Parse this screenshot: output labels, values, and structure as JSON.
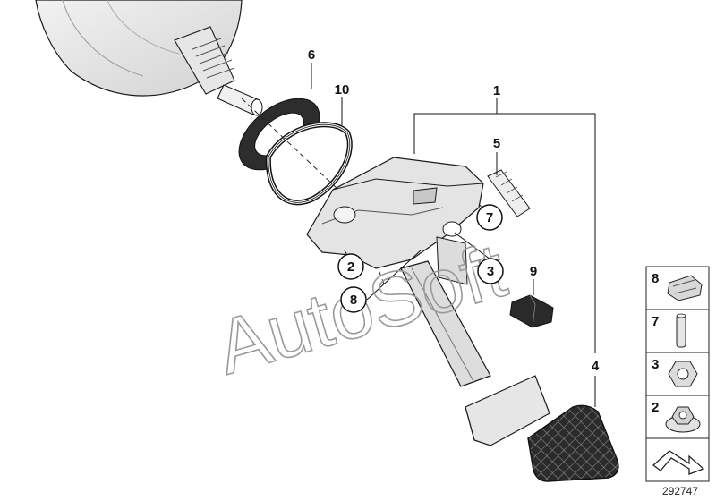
{
  "callouts": {
    "c1": "1",
    "c2": "2",
    "c3": "3",
    "c4": "4",
    "c5": "5",
    "c6": "6",
    "c7": "7",
    "c8": "8",
    "c9": "9",
    "c10": "10"
  },
  "legend": {
    "items": [
      {
        "number": "8",
        "part": "clip-icon"
      },
      {
        "number": "7",
        "part": "pin-icon"
      },
      {
        "number": "3",
        "part": "hex-nut-icon"
      },
      {
        "number": "2",
        "part": "flange-nut-icon"
      }
    ],
    "arrow_icon": "direction-arrow-icon"
  },
  "watermark": "AutoSoft",
  "document_number": "292747",
  "colors": {
    "line": "#1a1a1a",
    "part_fill": "#e8e8e8",
    "pad_dark": "#2a2a2a",
    "watermark": "#9a9a9a"
  }
}
